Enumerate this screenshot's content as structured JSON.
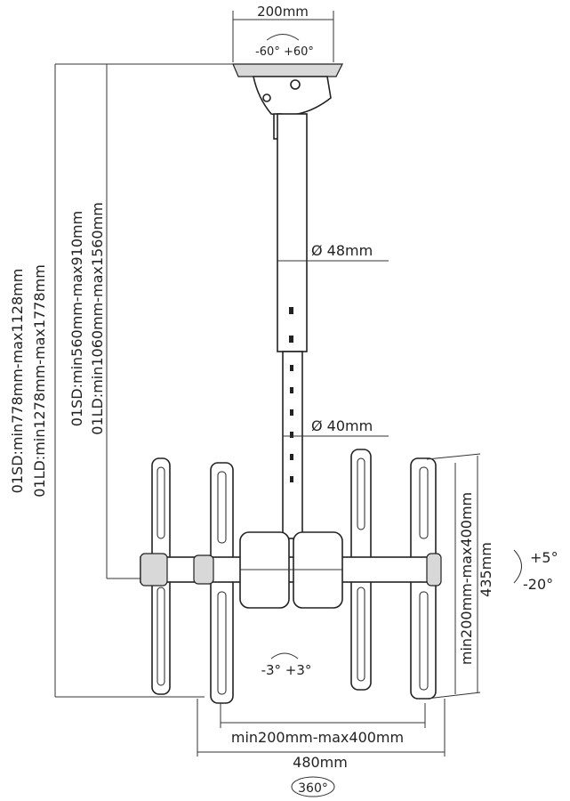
{
  "dimensions": {
    "top_width": "200mm",
    "swivel_top": "-60° +60°",
    "pole_upper_diameter": "Ø 48mm",
    "pole_lower_diameter": "Ø 40mm",
    "height_total_sd": "01SD:min778mm-max1128mm",
    "height_total_ld": "01LD:min1278mm-max1778mm",
    "height_pole_sd": "01SD:min560mm-max910mm",
    "height_pole_ld": "01LD:min1060mm-max1560mm",
    "vesa_vertical": "min200mm-max400mm",
    "rail_height": "435mm",
    "tilt_up": "+5°",
    "tilt_down": "-20°",
    "roll": "-3° +3°",
    "vesa_horizontal": "min200mm-max400mm",
    "total_width": "480mm",
    "rotation": "360°"
  }
}
